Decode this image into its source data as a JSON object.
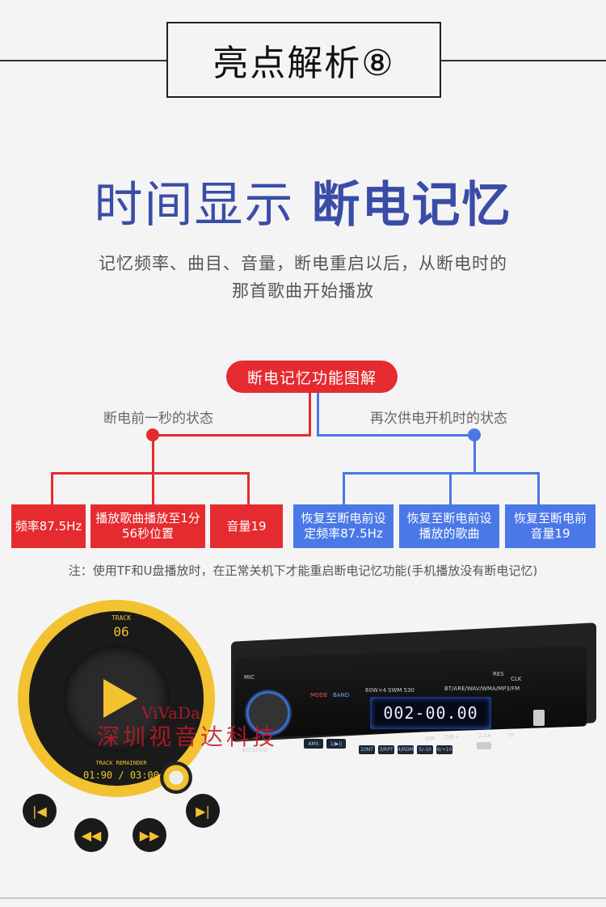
{
  "header": {
    "title": "亮点解析⑧"
  },
  "headline": {
    "light": "时间显示",
    "bold": "断电记忆"
  },
  "subtitle": {
    "line1": "记忆频率、曲目、音量，断电重启以后，从断电时的",
    "line2": "那首歌曲开始播放"
  },
  "diagram": {
    "title": "断电记忆功能图解",
    "before_label": "断电前一秒的状态",
    "after_label": "再次供电开机时的状态",
    "before_items": [
      "频率87.5Hz",
      "播放歌曲播放至1分56秒位置",
      "音量19"
    ],
    "after_items": [
      "恢复至断电前设定频率87.5Hz",
      "恢复至断电前设播放的歌曲",
      "恢复至断电前音量19"
    ],
    "colors": {
      "red": "#e52b2f",
      "blue": "#4a78e6"
    }
  },
  "note": "注：使用TF和U盘播放时，在正常关机下才能重启断电记忆功能(手机播放没有断电记忆)",
  "player": {
    "track_label": "TRACK",
    "track_number": "06",
    "remainder_label": "TRACK REMAINDER",
    "time": "01:90 / 03:00",
    "accent": "#f2c230",
    "controls": [
      "skip-previous-icon",
      "rewind-icon",
      "fast-forward-icon",
      "skip-next-icon"
    ]
  },
  "radio": {
    "mic": "MIC",
    "res": "RES",
    "clk": "CLK",
    "mode": "MODE",
    "band": "BAND",
    "power": "60W×4",
    "model": "SWM 530",
    "formats": "BT/ARE/WAV/WMA/MP3/FM",
    "display": "002-00.00",
    "ams": "AMS",
    "play": "1/▶||",
    "keys": [
      "2/INT",
      "3/RPT",
      "4/RDM",
      "5/-10",
      "6/+10"
    ],
    "dir_minus": "DIR-",
    "dir_plus": "DIR+",
    "usb_current": "2.1A",
    "tf": "TF",
    "eq": "EQ/LOUD"
  },
  "watermark": {
    "latin": "ViVaDa",
    "chinese": "深圳视音达科技"
  }
}
